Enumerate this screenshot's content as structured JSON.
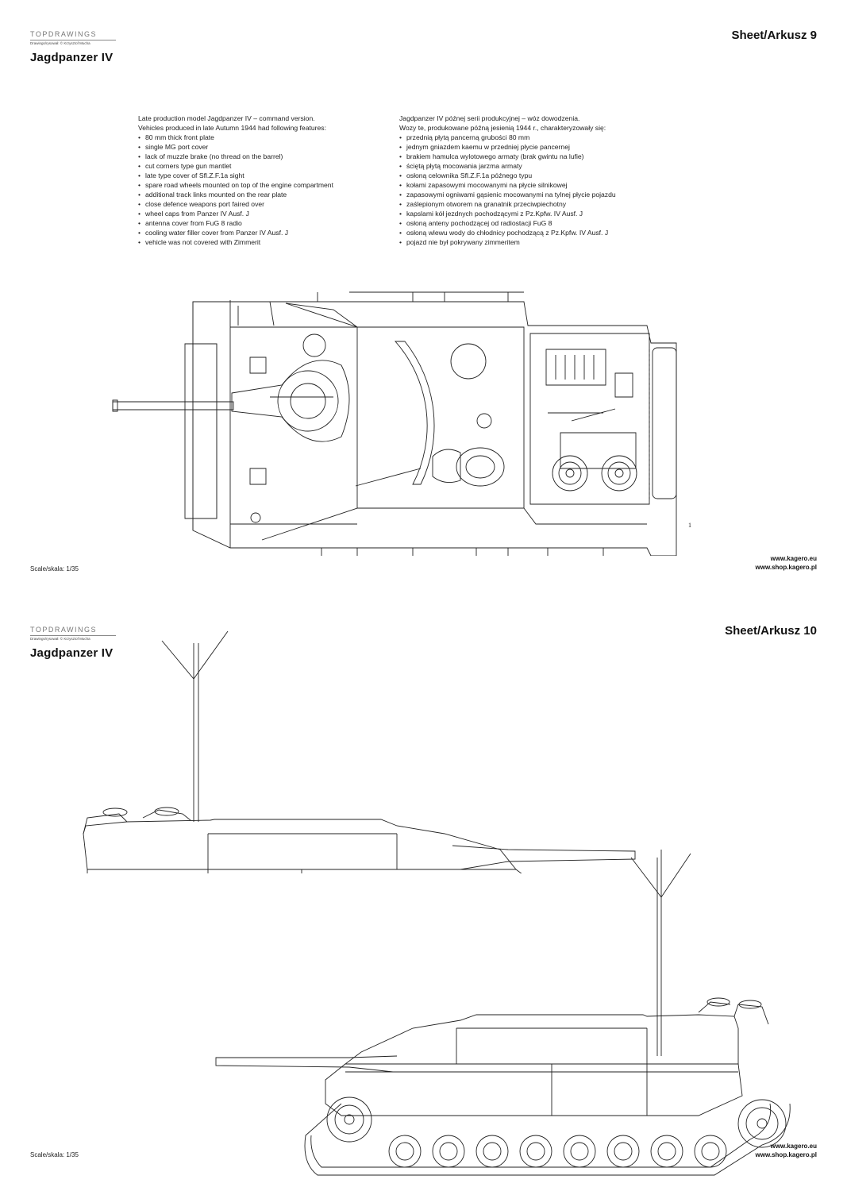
{
  "logo": {
    "brand": "TOPDRAWINGS",
    "credit": "Drawings/rysował: © Krzysztof Mucha"
  },
  "title": "Jagdpanzer IV",
  "sheets": [
    {
      "label": "Sheet/Arkusz 9"
    },
    {
      "label": "Sheet/Arkusz 10"
    }
  ],
  "scale": "Scale/skala: 1/35",
  "urls": [
    "www.kagero.eu",
    "www.shop.kagero.pl"
  ],
  "description_en": {
    "intro": [
      "Late production model Jagdpanzer IV – command version.",
      "Vehicles produced in late Autumn 1944 had following features:"
    ],
    "features": [
      "80 mm thick front plate",
      "single MG port cover",
      "lack of muzzle brake (no thread on the barrel)",
      "cut corners type gun mantlet",
      "late type cover of Sfl.Z.F.1a sight",
      "spare road wheels mounted on top of the engine compartment",
      "additional track links mounted on the rear plate",
      "close defence weapons port faired over",
      "wheel caps from Panzer IV Ausf. J",
      "antenna cover from FuG 8 radio",
      "cooling water filler cover from Panzer IV Ausf. J",
      "vehicle was not covered with Zimmerit"
    ]
  },
  "description_pl": {
    "intro": [
      "Jagdpanzer IV późnej serii produkcyjnej – wóz dowodzenia.",
      "Wozy te, produkowane późną jesienią 1944 r., charakteryzowały się:"
    ],
    "features": [
      "przednią płytą pancerną grubości 80 mm",
      "jednym gniazdem kaemu w przedniej płycie pancernej",
      "brakiem hamulca wylotowego armaty (brak gwintu na lufie)",
      "ściętą płytą mocowania jarzma armaty",
      "osłoną celownika Sfl.Z.F.1a późnego typu",
      "kołami zapasowymi mocowanymi na płycie silnikowej",
      "zapasowymi ogniwami gąsienic mocowanymi na tylnej płycie pojazdu",
      "zaślepionym otworem na granatnik przeciwpiechotny",
      "kapslami kół jezdnych pochodzącymi z Pz.Kpfw. IV Ausf. J",
      "osłoną anteny pochodzącej od radiostacji FuG 8",
      "osłoną wlewu wody do chłodnicy pochodzącą z Pz.Kpfw. IV Ausf. J",
      "pojazd nie był pokrywany zimmeritem"
    ]
  },
  "drawing_marks": {
    "top_view_label": "1"
  }
}
